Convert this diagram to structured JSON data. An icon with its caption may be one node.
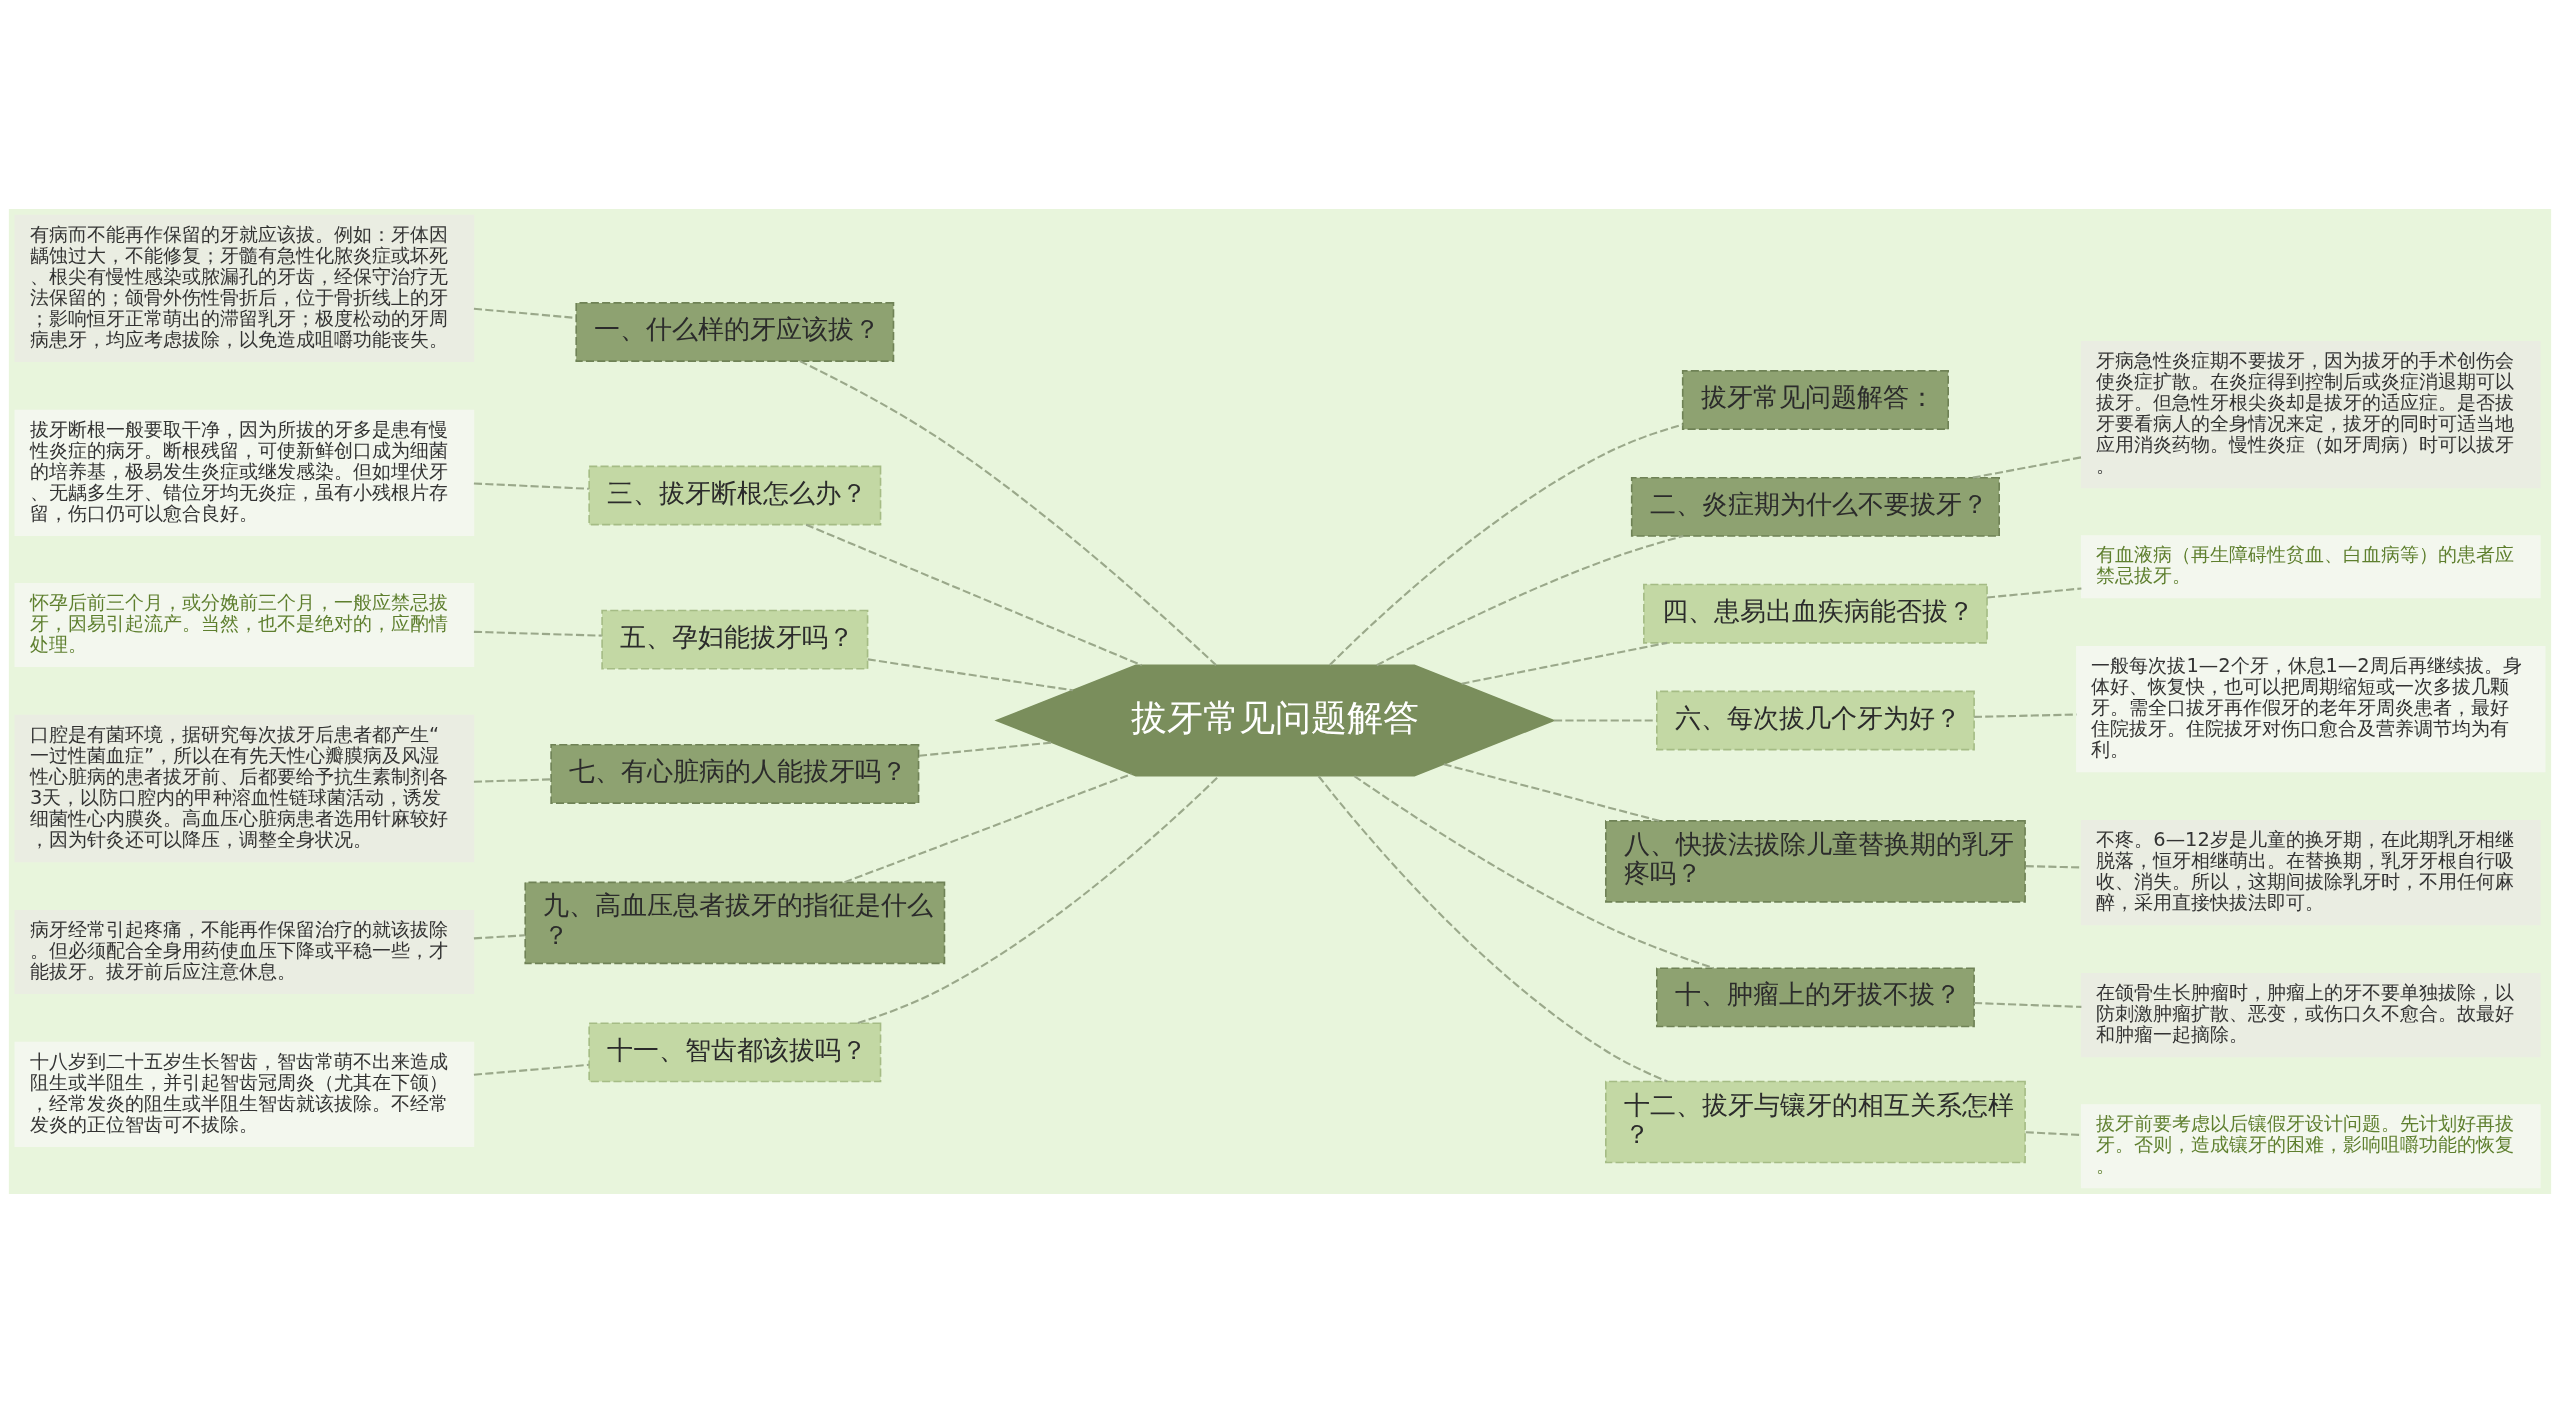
{
  "diagram": {
    "nodes": [
      {
        "text": [
          "拔牙常见问题解答"
        ]
      },
      {
        "text": [
          "拔牙常见问题解答："
        ]
      },
      {
        "text": [
          "一、什么样的牙应该拔？"
        ]
      },
      {
        "text": [
          "有病而不能再作保留的牙就应该拔。例如：牙体因龋蚀过大，不能修复；牙髓有急性化脓炎症或坏死、根尖有慢性感染或脓漏孔的牙齿，经保守治疗无法保留的；颌骨外伤性骨折后，位于骨折线上的牙；影响恒牙正常萌出的滞留乳牙；极度松动的牙周病患牙，均应考虑拔除，以免造成咀嚼功能丧失。"
        ]
      },
      {
        "text": [
          "二、炎症期为什么不要拔牙？"
        ]
      },
      {
        "text": [
          "牙病急性炎症期不要拔牙，因为拔牙的手术创伤会使炎症扩散。在炎症得到控制后或炎症消退期可以拔牙。但急性牙根尖炎却是拔牙的适应症。是否拔牙要看病人的全身情况来定，拔牙的同时可适当地应用消炎药物。慢性炎症（如牙周病）时可以拔牙。"
        ]
      },
      {
        "text": [
          "三、拔牙断根怎么办？"
        ]
      },
      {
        "text": [
          "拔牙断根一般要取干净，因为所拔的牙多是患有慢性炎症的病牙。断根残留，可使新鲜创口成为细菌的培养基，极易发生炎症或继发感染。但如埋伏牙、无龋多生牙、错位牙均无炎症，虽有小残根片存留，伤口仍可以愈合良好。"
        ]
      },
      {
        "text": [
          "四、患易出血疾病能否拔？"
        ]
      },
      {
        "text": [
          "有血液病（再生障碍性贫血、白血病等）的患者应禁忌拔牙。"
        ]
      },
      {
        "text": [
          "五、孕妇能拔牙吗？"
        ]
      },
      {
        "text": [
          "怀孕后前三个月，或分娩前三个月，一般应禁忌拔牙，因易引起流产。当然，也不是绝对的，应酌情处理。"
        ]
      },
      {
        "text": [
          "六、每次拔几个牙为好？"
        ]
      },
      {
        "text": [
          "一般每次拔1—2个牙，休息1—2周后再继续拔。身体好、恢复快，也可以把周期缩短或一次多拔几颗牙。需全口拔牙再作假牙的老年牙周炎患者，最好住院拔牙。住院拔牙对伤口愈合及营养调节均为有利。"
        ]
      },
      {
        "text": [
          "七、有心脏病的人能拔牙吗？"
        ]
      },
      {
        "text": [
          "口腔是有菌环境，据研究每次拔牙后患者都产生“一过性菌血症”，所以在有先天性心瓣膜病及风湿性心脏病的患者拔牙前、后都要给予抗生素制剂各3天，以防口腔内的甲种溶血性链球菌活动，诱发细菌性心内膜炎。高血压心脏病患者选用针麻较好，因为针灸还可以降压，调整全身状况。"
        ]
      },
      {
        "text": [
          "八、快拔法拔除儿童替换期的乳牙疼吗？"
        ]
      },
      {
        "text": [
          "不疼。6—12岁是儿童的换牙期，在此期乳牙相继脱落，恒牙相继萌出。在替换期，乳牙牙根自行吸收、消失。所以，这期间拔除乳牙时，不用任何麻醉，采用直接快拔法即可。"
        ]
      },
      {
        "text": [
          "九、高血压息者拔牙的指征是什么？"
        ]
      },
      {
        "text": [
          "病牙经常引起疼痛，不能再作保留治疗的就该拔除。但必须配合全身用药使血压下降或平稳一些，才能拔牙。拔牙前后应注意休息。"
        ]
      },
      {
        "text": [
          "十、肿瘤上的牙拔不拔？"
        ]
      },
      {
        "text": [
          "在颌骨生长肿瘤时，肿瘤上的牙不要单独拔除，以防刺激肿瘤扩散、恶变，或伤口久不愈合。故最好和肿瘤一起摘除。"
        ]
      },
      {
        "text": [
          "十一、智齿都该拔吗？"
        ]
      },
      {
        "text": [
          "十八岁到二十五岁生长智齿，智齿常萌不出来造成阻生或半阻生，并引起智齿冠周炎（尤其在下颌），经常发炎的阻生或半阻生智齿就该拔除。不经常发炎的正位智齿可不拔除。"
        ]
      },
      {
        "text": [
          "十二、拔牙与镶牙的相互关系怎样？"
        ]
      },
      {
        "text": [
          "拔牙前要考虑以后镶假牙设计问题。先计划好再拔牙。否则，造成镶牙的困难，影响咀嚼功能的恢复。"
        ]
      }
    ],
    "edges": [
      {
        "from": 0,
        "to": 1,
        "arrow": "none",
        "style": "dashed"
      },
      {
        "from": 0,
        "to": 2,
        "arrow": "none",
        "style": "dashed"
      },
      {
        "from": 2,
        "to": 3,
        "arrow": "none",
        "style": "dashed"
      },
      {
        "from": 0,
        "to": 4,
        "arrow": "none",
        "style": "dashed"
      },
      {
        "from": 4,
        "to": 5,
        "arrow": "none",
        "style": "dashed"
      },
      {
        "from": 0,
        "to": 6,
        "arrow": "none",
        "style": "dashed"
      },
      {
        "from": 6,
        "to": 7,
        "arrow": "none",
        "style": "dashed"
      },
      {
        "from": 0,
        "to": 8,
        "arrow": "none",
        "style": "dashed"
      },
      {
        "from": 8,
        "to": 9,
        "arrow": "none",
        "style": "dashed"
      },
      {
        "from": 0,
        "to": 10,
        "arrow": "none",
        "style": "dashed"
      },
      {
        "from": 10,
        "to": 11,
        "arrow": "none",
        "style": "dashed"
      },
      {
        "from": 0,
        "to": 12,
        "arrow": "none",
        "style": "dashed"
      },
      {
        "from": 12,
        "to": 13,
        "arrow": "none",
        "style": "dashed"
      },
      {
        "from": 0,
        "to": 14,
        "arrow": "none",
        "style": "dashed"
      },
      {
        "from": 14,
        "to": 15,
        "arrow": "none",
        "style": "dashed"
      },
      {
        "from": 0,
        "to": 16,
        "arrow": "none",
        "style": "dashed"
      },
      {
        "from": 16,
        "to": 17,
        "arrow": "none",
        "style": "dashed"
      },
      {
        "from": 0,
        "to": 18,
        "arrow": "none",
        "style": "dashed"
      },
      {
        "from": 18,
        "to": 19,
        "arrow": "none",
        "style": "dashed"
      },
      {
        "from": 0,
        "to": 20,
        "arrow": "none",
        "style": "dashed"
      },
      {
        "from": 20,
        "to": 21,
        "arrow": "none",
        "style": "dashed"
      },
      {
        "from": 0,
        "to": 22,
        "arrow": "none",
        "style": "dashed"
      },
      {
        "from": 22,
        "to": 23,
        "arrow": "none",
        "style": "dashed"
      },
      {
        "from": 0,
        "to": 24,
        "arrow": "none",
        "style": "dashed"
      },
      {
        "from": 24,
        "to": 25,
        "arrow": "none",
        "style": "dashed"
      }
    ]
  }
}
